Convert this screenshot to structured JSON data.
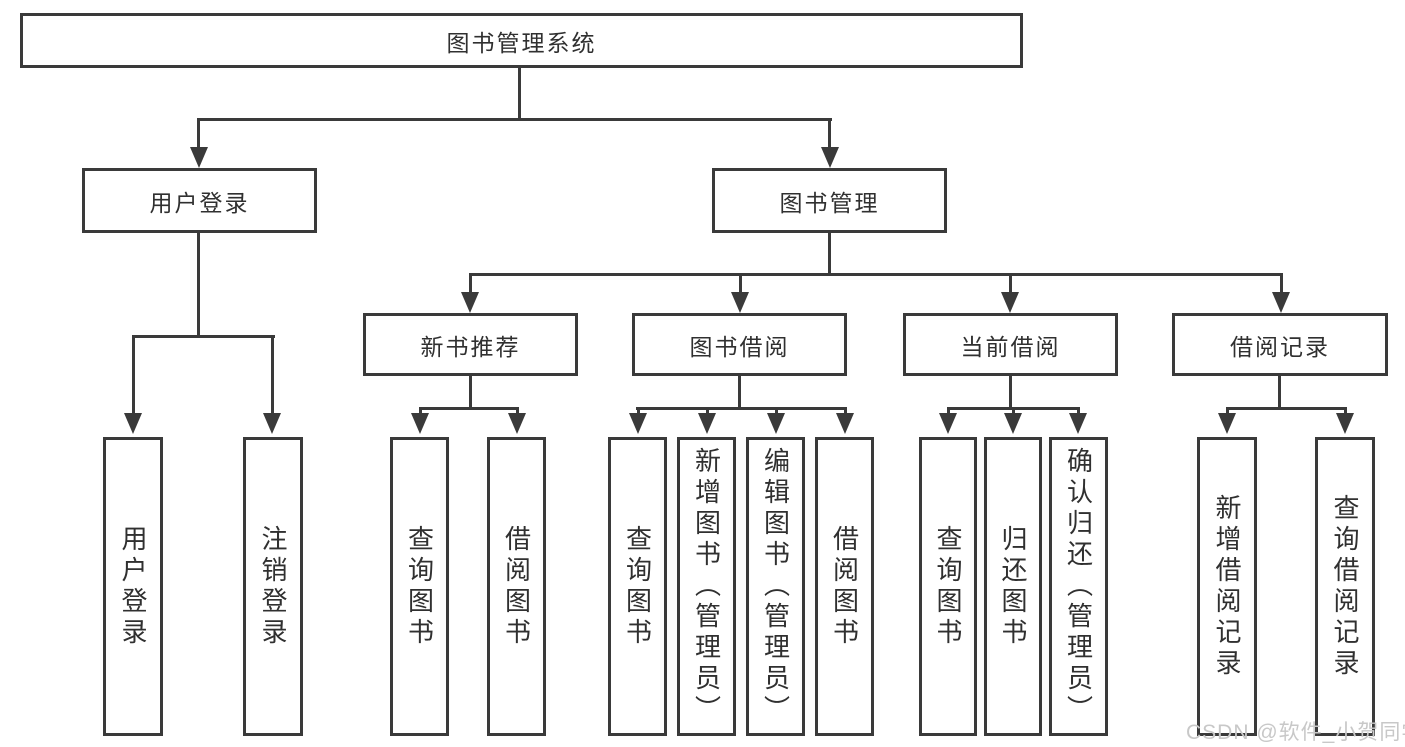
{
  "tree": {
    "root": {
      "label": "图书管理系统"
    },
    "branches": [
      {
        "label": "用户登录",
        "children": [
          {
            "label": "用户登录"
          },
          {
            "label": "注销登录"
          }
        ]
      },
      {
        "label": "图书管理",
        "children": [
          {
            "label": "新书推荐",
            "children": [
              {
                "label": "查询图书"
              },
              {
                "label": "借阅图书"
              }
            ]
          },
          {
            "label": "图书借阅",
            "children": [
              {
                "label": "查询图书"
              },
              {
                "label": "新增图书（管理员）"
              },
              {
                "label": "编辑图书（管理员）"
              },
              {
                "label": "借阅图书"
              }
            ]
          },
          {
            "label": "当前借阅",
            "children": [
              {
                "label": "查询图书"
              },
              {
                "label": "归还图书"
              },
              {
                "label": "确认归还（管理员）"
              }
            ]
          },
          {
            "label": "借阅记录",
            "children": [
              {
                "label": "新增借阅记录"
              },
              {
                "label": "查询借阅记录"
              }
            ]
          }
        ]
      }
    ]
  },
  "watermark": {
    "text": "CSDN @软件_小贺同学"
  },
  "colors": {
    "background": "#ffffff",
    "box_fill": "#ffffff",
    "box_border": "#3a3a3a",
    "line": "#3a3a3a",
    "text": "#303030",
    "watermark": "#c8c8c8"
  }
}
